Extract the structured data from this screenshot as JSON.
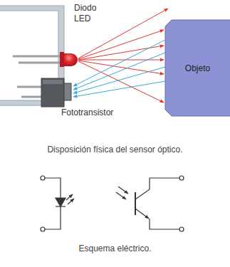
{
  "diagram": {
    "nodes": [
      {
        "text": [
          "Objeto"
        ]
      }
    ],
    "labels": [
      "Diodo LED",
      "Fototransistor",
      "Disposición física del sensor óptico.",
      "Esquema eléctrico."
    ]
  }
}
